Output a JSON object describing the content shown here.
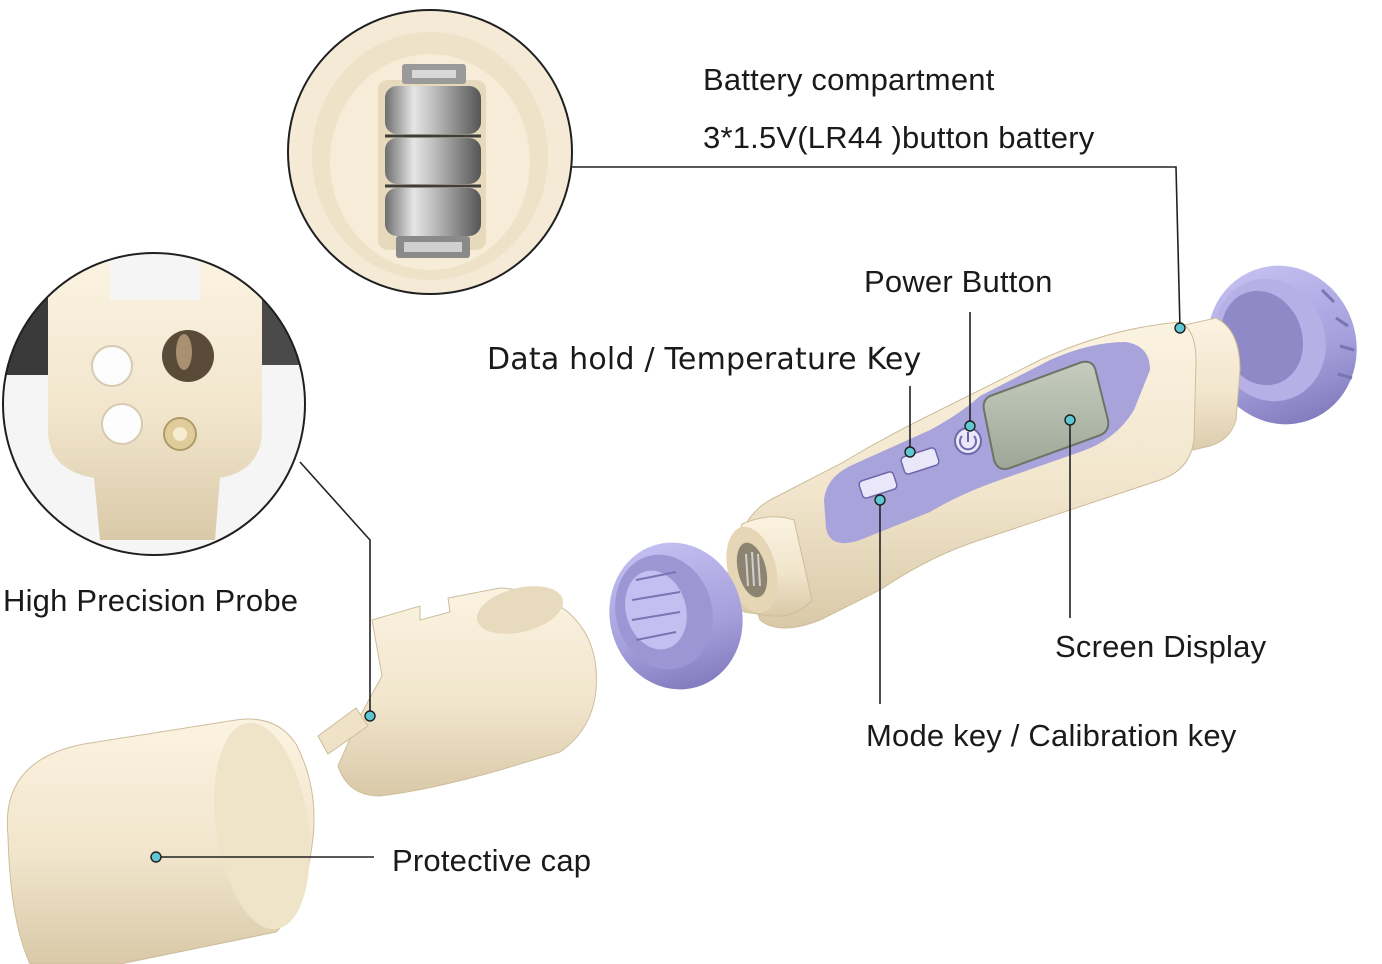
{
  "labels": {
    "battery_compartment": "Battery compartment",
    "battery_spec": "3*1.5V(LR44 )button battery",
    "power_button": "Power Button",
    "data_hold": "Data hold / Temperature Key",
    "probe": "High Precision Probe",
    "screen": "Screen Display",
    "mode_key": "Mode key / Calibration key",
    "protective_cap": "Protective cap"
  },
  "colors": {
    "body": "#f1e6cf",
    "lavender": "#a9a3dc",
    "lcd": "#b9c1b3",
    "callout_dot": "#5ec7d2",
    "leader": "#222222"
  }
}
